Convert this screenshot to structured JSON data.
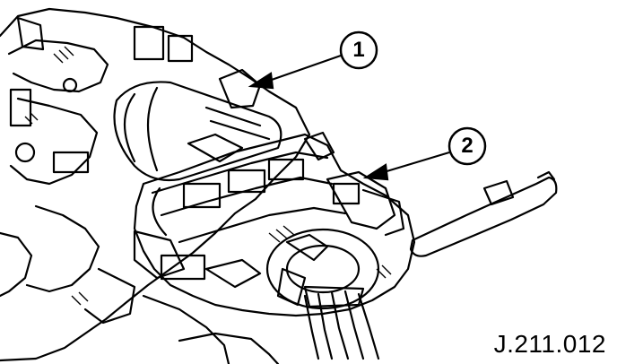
{
  "figure": {
    "callouts": [
      {
        "label": "1"
      },
      {
        "label": "2"
      }
    ],
    "reference_code": "J.211.012"
  },
  "colors": {
    "ink": "#000000",
    "paper": "#ffffff"
  }
}
